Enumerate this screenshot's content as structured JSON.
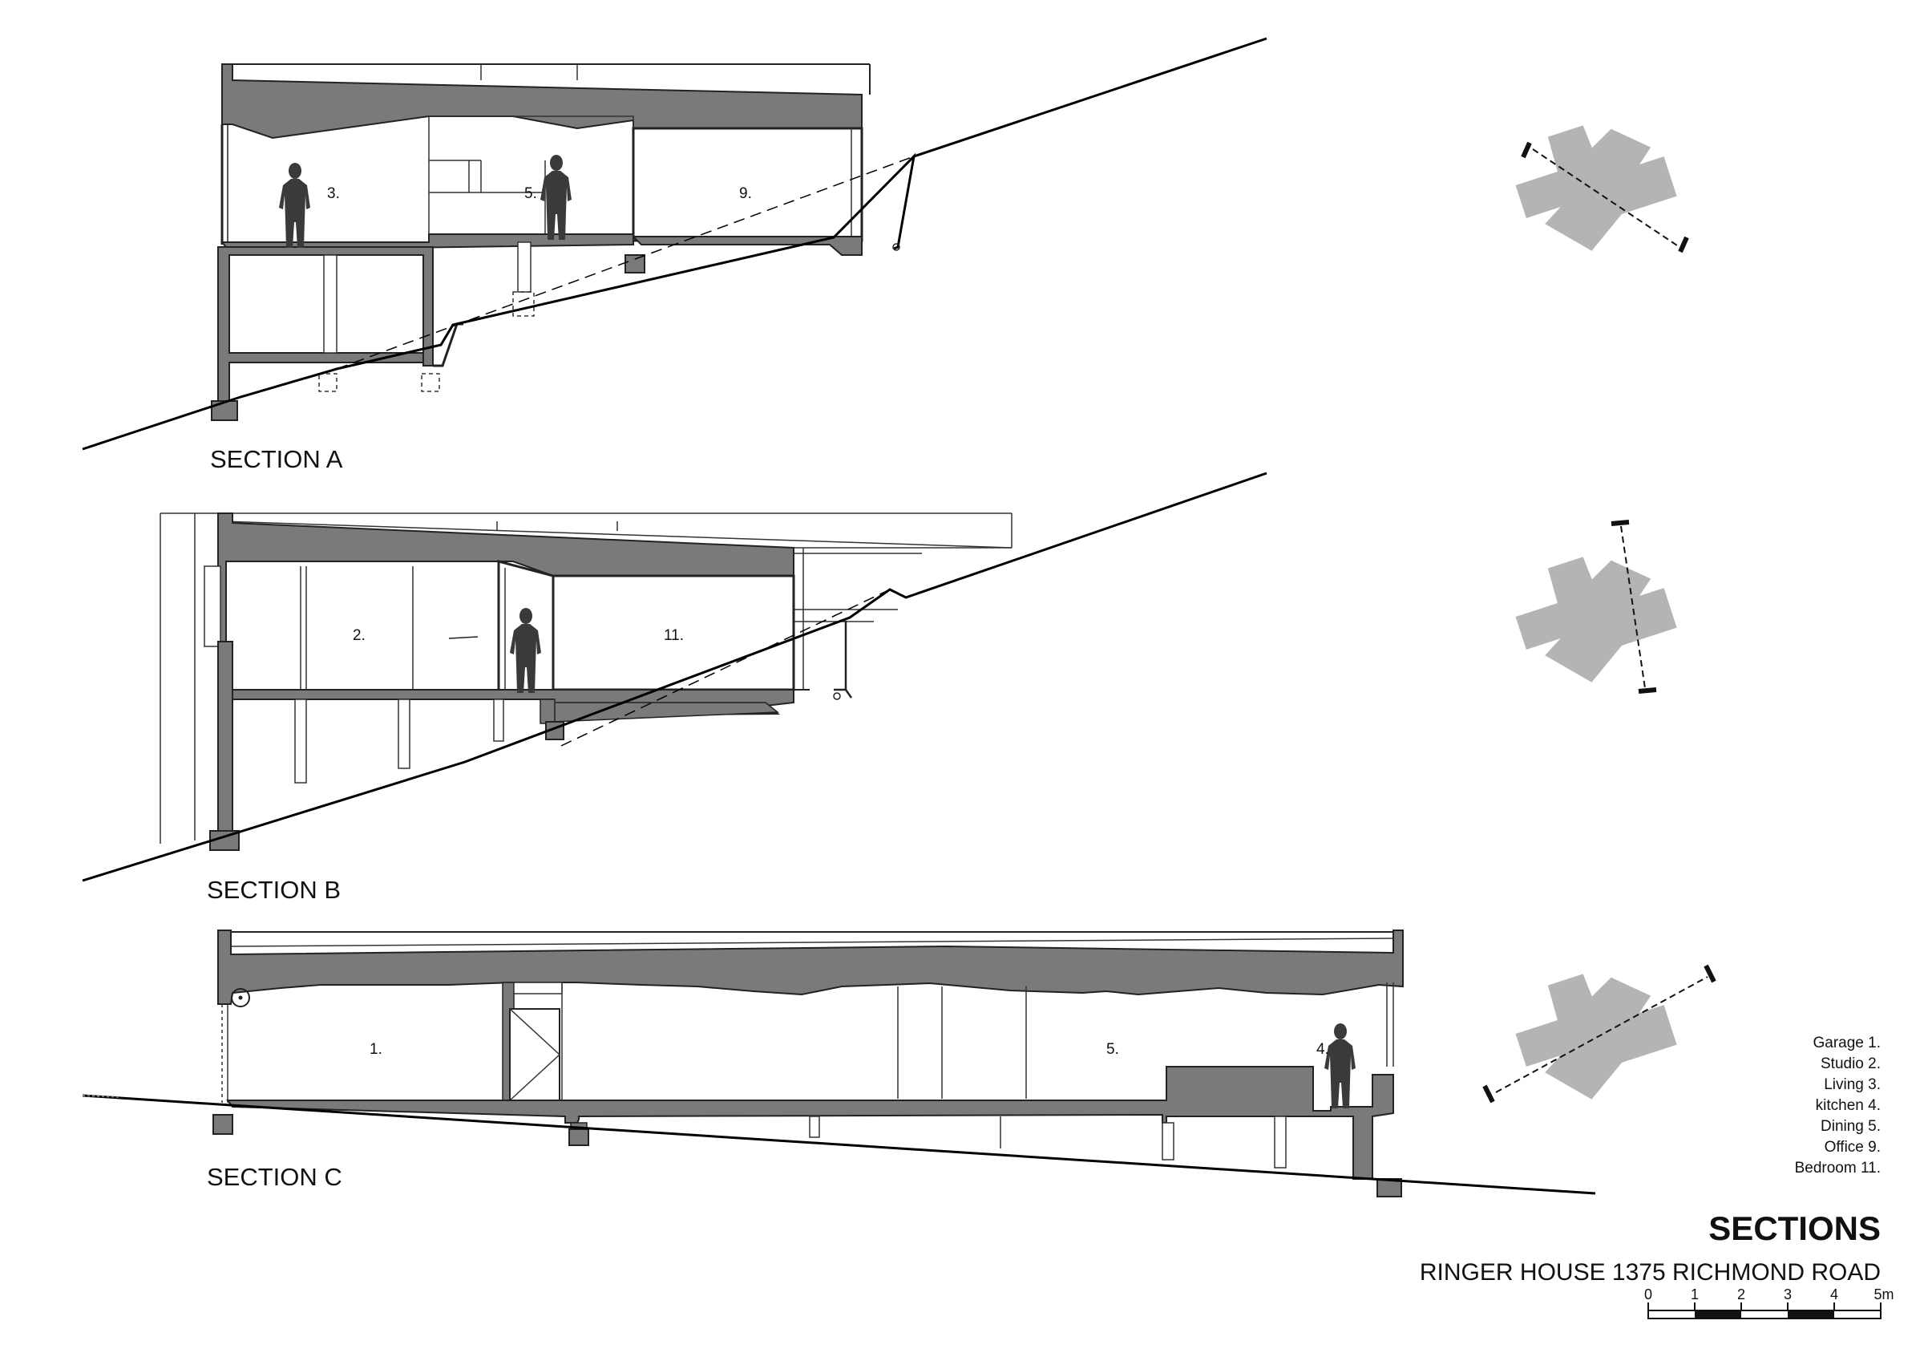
{
  "colors": {
    "cut": "#7a7a7a",
    "ground": "#000000",
    "key_plan": "#b4b4b4",
    "line": "#222222"
  },
  "sections": [
    {
      "title": "SECTION A",
      "rooms": [
        "3.",
        "5.",
        "9."
      ]
    },
    {
      "title": "SECTION B",
      "rooms": [
        "2.",
        "11."
      ]
    },
    {
      "title": "SECTION C",
      "rooms": [
        "1.",
        "5.",
        "4."
      ]
    }
  ],
  "legend": [
    "Garage  1.",
    "Studio  2.",
    "Living  3.",
    "kitchen  4.",
    "Dining  5.",
    "Office  9.",
    "Bedroom  11."
  ],
  "title": "SECTIONS",
  "subtitle": "RINGER HOUSE 1375 RICHMOND ROAD",
  "scale_bar": {
    "labels": [
      "0",
      "1",
      "2",
      "3",
      "4",
      "5m"
    ]
  },
  "icons": {
    "person": "person-silhouette-icon",
    "section_marker": "section-cut-marker-icon",
    "key_plan": "key-plan-icon",
    "circle": "circle-dot-icon"
  }
}
